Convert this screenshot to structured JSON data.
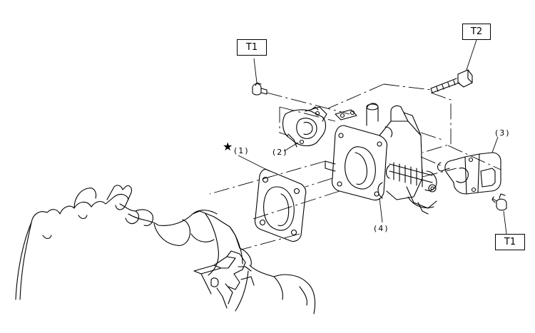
{
  "torque_labels": {
    "t1_top": "T1",
    "t2": "T2",
    "t1_right": "T1"
  },
  "part_labels": {
    "p1": "(1)",
    "p2": "(2)",
    "p3": "(3)",
    "p4": "(4)"
  },
  "marks": {
    "star": "★"
  },
  "colors": {
    "line": "#000000",
    "background": "#ffffff"
  }
}
